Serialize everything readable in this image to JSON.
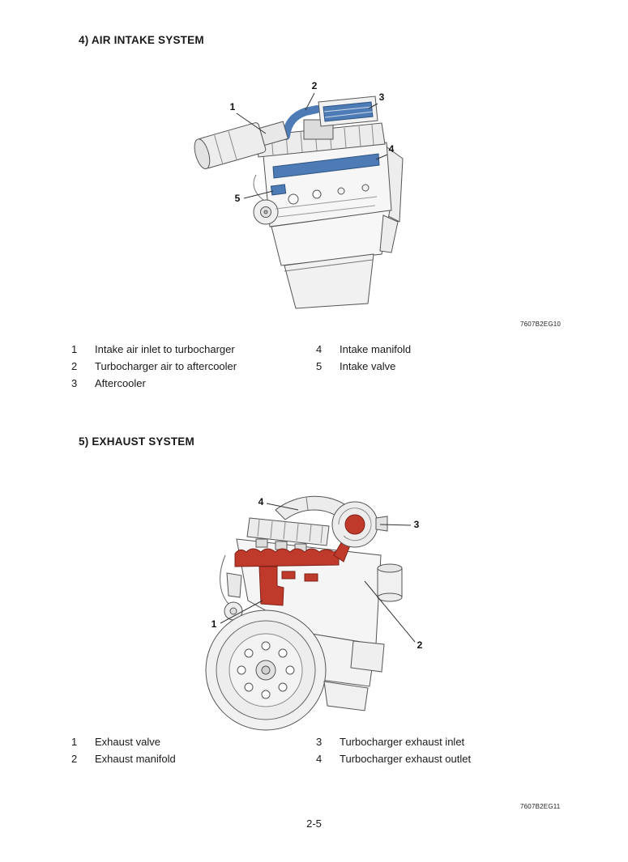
{
  "page": {
    "number": "2-5"
  },
  "sections": [
    {
      "heading": "4) AIR INTAKE SYSTEM",
      "figure_ref": "7607B2EG10",
      "accent_color": "#4d7bb5",
      "callouts": [
        "1",
        "2",
        "3",
        "4",
        "5"
      ],
      "legend_left": [
        {
          "num": "1",
          "label": "Intake air inlet to turbocharger"
        },
        {
          "num": "2",
          "label": "Turbocharger air to aftercooler"
        },
        {
          "num": "3",
          "label": "Aftercooler"
        }
      ],
      "legend_right": [
        {
          "num": "4",
          "label": "Intake manifold"
        },
        {
          "num": "5",
          "label": "Intake valve"
        }
      ]
    },
    {
      "heading": "5) EXHAUST SYSTEM",
      "figure_ref": "7607B2EG11",
      "accent_color": "#c03a2b",
      "callouts": [
        "1",
        "2",
        "3",
        "4"
      ],
      "legend_left": [
        {
          "num": "1",
          "label": "Exhaust valve"
        },
        {
          "num": "2",
          "label": "Exhaust manifold"
        }
      ],
      "legend_right": [
        {
          "num": "3",
          "label": "Turbocharger exhaust inlet"
        },
        {
          "num": "4",
          "label": "Turbocharger exhaust outlet"
        }
      ]
    }
  ]
}
